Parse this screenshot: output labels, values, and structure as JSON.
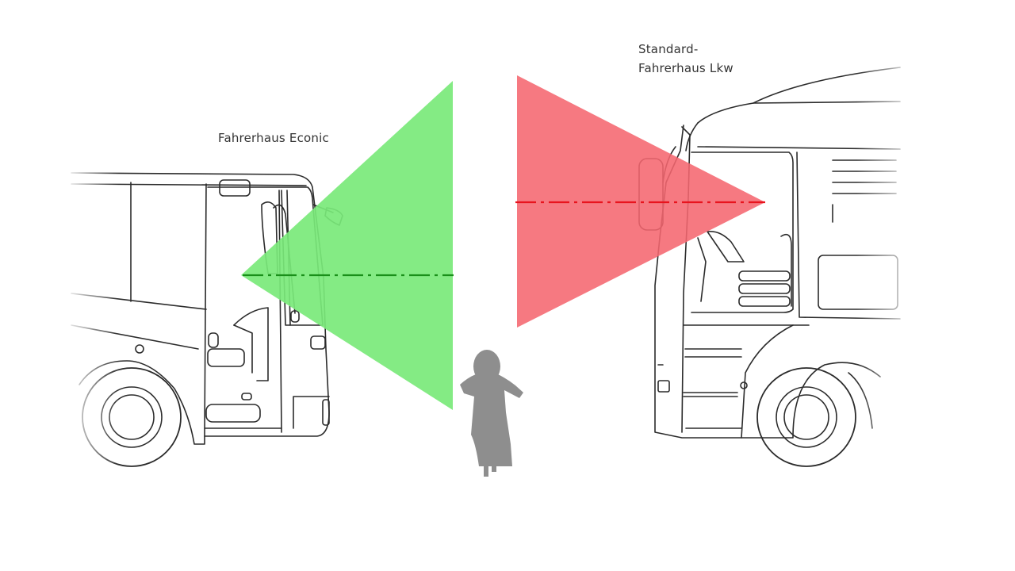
{
  "labels": {
    "econic": "Fahrerhaus Econic",
    "standard_line1": "Standard-",
    "standard_line2": "Fahrerhaus Lkw"
  },
  "colors": {
    "econic_view": "#79e979",
    "standard_view": "#f56670",
    "econic_eyeline": "#1a8f1a",
    "standard_eyeline": "#e8141e",
    "outline": "#2b2b2b",
    "pedestrian": "#8e8e8e",
    "ground": "#3a3a3a"
  },
  "icons": {
    "econic_cab": "econic-truck-cab-outline",
    "standard_cab": "standard-truck-cab-outline",
    "pedestrian": "child-pedestrian-silhouette"
  }
}
